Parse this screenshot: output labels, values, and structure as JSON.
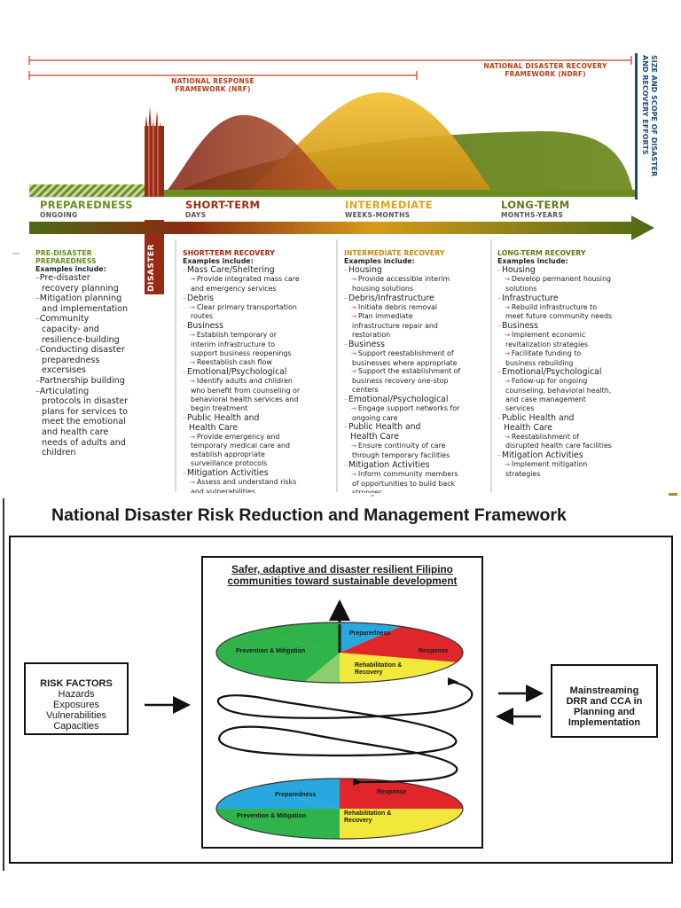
{
  "top": {
    "ndrf_label": [
      "NATIONAL DISASTER RECOVERY",
      "FRAMEWORK (NDRF)"
    ],
    "nrf_label": [
      "NATIONAL RESPONSE",
      "FRAMEWORK (NRF)"
    ],
    "side_label": [
      "SIZE AND SCOPE OF DISASTER",
      "AND RECOVERY EFFORTS"
    ],
    "disaster_label": "DISASTER",
    "phases": [
      {
        "title": "PREPAREDNESS",
        "sub": "ONGOING",
        "color": "#6b8f1e"
      },
      {
        "title": "SHORT-TERM",
        "sub": "DAYS",
        "color": "#9b2a14"
      },
      {
        "title": "INTERMEDIATE",
        "sub": "WEEKS-MONTHS",
        "color": "#e0a41c"
      },
      {
        "title": "LONG-TERM",
        "sub": "MONTHS-YEARS",
        "color": "#5e7a17"
      }
    ],
    "pre_disaster": {
      "title": [
        "PRE-DISASTER",
        "PREPAREDNESS"
      ],
      "examples": "Examples include:",
      "items": [
        "Pre-disaster",
        "recovery planning",
        "Mitigation planning",
        "and implementation",
        "Community",
        "capacity- and",
        "resilience-building",
        "Conducting disaster",
        "preparedness",
        "excersises",
        "Partnership building",
        "Articulating",
        "protocols in disaster",
        "plans for services to",
        "meet the emotional",
        "and health care",
        "needs of adults and",
        "children"
      ]
    },
    "short_term": {
      "title": "SHORT-TERM RECOVERY",
      "examples": "Examples include:",
      "lines": [
        {
          "t": "cat",
          "v": "Mass Care/Sheltering"
        },
        {
          "t": "item",
          "v": "Provide integrated mass care"
        },
        {
          "t": "cont",
          "v": "and emergency services"
        },
        {
          "t": "cat",
          "v": "Debris"
        },
        {
          "t": "item",
          "v": "Clear primary transportation"
        },
        {
          "t": "cont",
          "v": "routes"
        },
        {
          "t": "cat",
          "v": "Business"
        },
        {
          "t": "item",
          "v": "Establish temporary or"
        },
        {
          "t": "cont",
          "v": "interim infrastructure to"
        },
        {
          "t": "cont",
          "v": "support business reopenings"
        },
        {
          "t": "item",
          "v": "Reestablish cash flow"
        },
        {
          "t": "cat",
          "v": "Emotional/Psychological"
        },
        {
          "t": "item",
          "v": "Identify adults and children"
        },
        {
          "t": "cont",
          "v": "who benefit from counseling or"
        },
        {
          "t": "cont",
          "v": "behavioral health services and"
        },
        {
          "t": "cont",
          "v": "begin treatment"
        },
        {
          "t": "cat",
          "v": "Public Health and"
        },
        {
          "t": "cat2",
          "v": "Health Care"
        },
        {
          "t": "item",
          "v": "Provide emergency and"
        },
        {
          "t": "cont",
          "v": "temporary medical care and"
        },
        {
          "t": "cont",
          "v": "establish appropriate"
        },
        {
          "t": "cont",
          "v": "surveillance protocols"
        },
        {
          "t": "cat",
          "v": "Mitigation Activities"
        },
        {
          "t": "item",
          "v": "Assess and understand risks"
        },
        {
          "t": "cont",
          "v": "and vulnerabilities"
        }
      ]
    },
    "intermediate": {
      "title": "INTERMEDIATE RECOVERY",
      "examples": "Examples include:",
      "lines": [
        {
          "t": "cat",
          "v": "Housing"
        },
        {
          "t": "item",
          "v": "Provide accessible interim"
        },
        {
          "t": "cont",
          "v": "housing solutions"
        },
        {
          "t": "cat",
          "v": "Debris/Infrastructure"
        },
        {
          "t": "item",
          "v": "Initiate debris removal"
        },
        {
          "t": "item",
          "v": "Plan immediate"
        },
        {
          "t": "cont",
          "v": "infrastructure repair and"
        },
        {
          "t": "cont",
          "v": "restoration"
        },
        {
          "t": "cat",
          "v": "Business"
        },
        {
          "t": "item",
          "v": "Support reestablishment of"
        },
        {
          "t": "cont",
          "v": "businesses where appropriate"
        },
        {
          "t": "item",
          "v": "Support the establishment of"
        },
        {
          "t": "cont",
          "v": "business recovery one-stop"
        },
        {
          "t": "cont",
          "v": "centers"
        },
        {
          "t": "cat",
          "v": "Emotional/Psychological"
        },
        {
          "t": "item",
          "v": "Engage support networks for"
        },
        {
          "t": "cont",
          "v": "ongoing care"
        },
        {
          "t": "cat",
          "v": "Public Health and"
        },
        {
          "t": "cat2",
          "v": "Health Care"
        },
        {
          "t": "item",
          "v": "Ensure continuity of care"
        },
        {
          "t": "cont",
          "v": "through temporary facilities"
        },
        {
          "t": "cat",
          "v": "Mitigation Activities"
        },
        {
          "t": "item",
          "v": "Inform community members"
        },
        {
          "t": "cont",
          "v": "of opportunities to build back"
        },
        {
          "t": "cont",
          "v": "stronger"
        }
      ]
    },
    "long_term": {
      "title": "LONG-TERM RECOVERY",
      "examples": "Examples include:",
      "lines": [
        {
          "t": "cat",
          "v": "Housing"
        },
        {
          "t": "item",
          "v": "Develop permanent housing"
        },
        {
          "t": "cont",
          "v": "solutions"
        },
        {
          "t": "cat",
          "v": "Infrastructure"
        },
        {
          "t": "item",
          "v": "Rebuild infrastructure to"
        },
        {
          "t": "cont",
          "v": "meet future community needs"
        },
        {
          "t": "cat",
          "v": "Business"
        },
        {
          "t": "item",
          "v": "Implement economic"
        },
        {
          "t": "cont",
          "v": "revitalization strategies"
        },
        {
          "t": "item",
          "v": "Facilitate funding to"
        },
        {
          "t": "cont",
          "v": "business rebuilding"
        },
        {
          "t": "cat",
          "v": "Emotional/Psychological"
        },
        {
          "t": "item",
          "v": "Follow-up for ongoing"
        },
        {
          "t": "cont",
          "v": "counseling, behavioral health,"
        },
        {
          "t": "cont",
          "v": "and case management"
        },
        {
          "t": "cont",
          "v": "services"
        },
        {
          "t": "cat",
          "v": "Public Health and"
        },
        {
          "t": "cat2",
          "v": "Health Care"
        },
        {
          "t": "item",
          "v": "Reestablishment of"
        },
        {
          "t": "cont",
          "v": "disrupted health care facilities"
        },
        {
          "t": "cat",
          "v": "Mitigation Activities"
        },
        {
          "t": "item",
          "v": "Implement mitigation"
        },
        {
          "t": "cont",
          "v": "strategies"
        }
      ]
    }
  },
  "framework": {
    "title": "National Disaster Risk Reduction and Management Framework",
    "vision": [
      "Safer, adaptive and disaster resilient Filipino",
      "communities toward sustainable development"
    ],
    "risk_box": [
      "RISK FACTORS",
      "Hazards",
      "Exposures",
      "Vulnerabilities",
      "Capacities"
    ],
    "mainstream_box": [
      "Mainstreaming",
      "DRR and CCA in",
      "Planning and",
      "Implementation"
    ],
    "ellipse_labels": {
      "preparedness": "Preparedness",
      "response": "Response",
      "prevention": "Prevention & Mitigation",
      "rehabilitation": [
        "Rehabilitation &",
        "Recovery"
      ]
    },
    "colors": {
      "green": "#2fb34a",
      "blue": "#29a8e0",
      "red": "#e0262b",
      "yellow": "#f2e83c"
    }
  }
}
